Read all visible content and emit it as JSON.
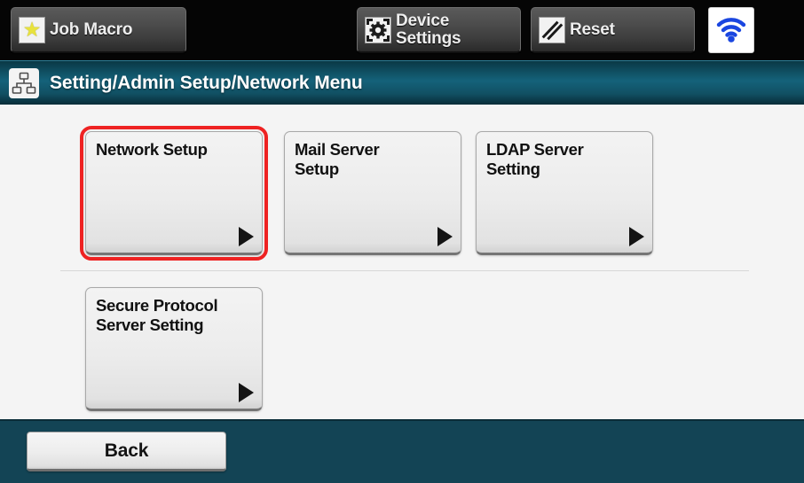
{
  "device": {
    "screen_title": "Setting/Admin Setup/Network Menu",
    "title_icon": "network-topology-icon"
  },
  "topbar": {
    "buttons": [
      {
        "label": "Job Macro",
        "icon": "star-icon"
      },
      {
        "label": "Device\nSettings",
        "icon": "gear-icon"
      },
      {
        "label": "Reset",
        "icon": "slash-square-icon"
      }
    ],
    "wifi": {
      "icon": "wifi-icon",
      "color": "#1a46e0"
    }
  },
  "content": {
    "menu_buttons": [
      {
        "label": "Network Setup",
        "selected": true,
        "arrow": "arrow-right-icon"
      },
      {
        "label": "Mail Server\nSetup",
        "selected": false,
        "arrow": "arrow-right-icon"
      },
      {
        "label": "LDAP Server\nSetting",
        "selected": false,
        "arrow": "arrow-right-icon"
      },
      {
        "label": "Secure Protocol\nServer Setting",
        "selected": false,
        "arrow": "arrow-right-icon"
      }
    ]
  },
  "bottombar": {
    "back_label": "Back"
  },
  "colors": {
    "topbar_background": "#050505",
    "titlebar_teal": "#14627a",
    "content_background": "#f4f4f4",
    "bottombar_teal": "#134455",
    "selection_red": "#ee2222",
    "wifi_blue": "#1a46e0",
    "star_yellow": "#e8e23c"
  }
}
